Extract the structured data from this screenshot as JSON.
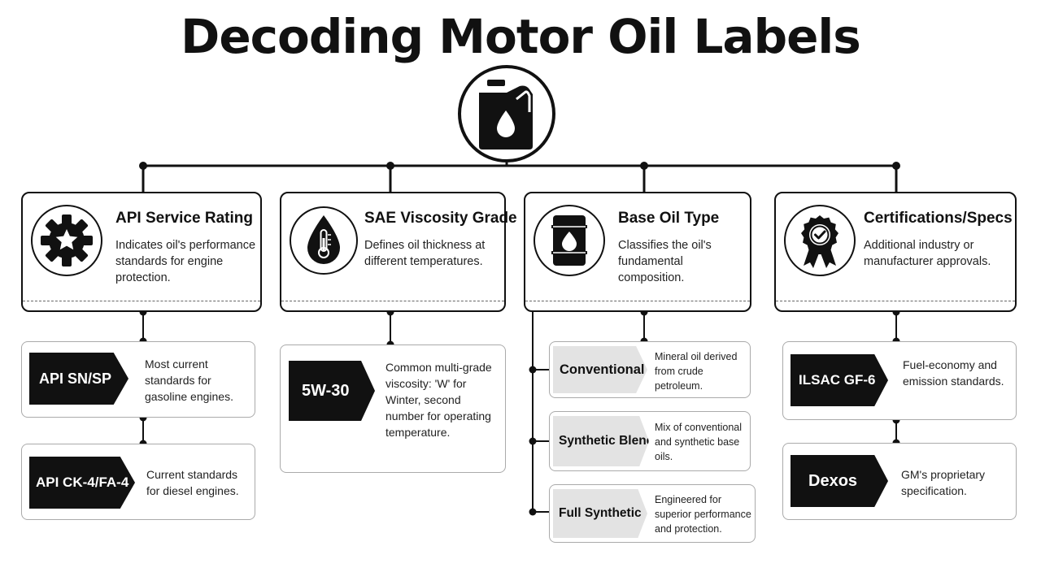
{
  "title": "Decoding Motor Oil Labels",
  "hub": {
    "icon": "oil-can-icon"
  },
  "categories": [
    {
      "id": "api",
      "title": "API Service Rating",
      "description": "Indicates oil's performance standards for engine protection.",
      "icon": "gear-star-icon",
      "items": [
        {
          "label": "API SN/SP",
          "text": "Most current standards for gasoline engines."
        },
        {
          "label": "API CK-4/FA-4",
          "text": "Current standards for diesel engines."
        }
      ]
    },
    {
      "id": "sae",
      "title": "SAE Viscosity Grade",
      "description": "Defines oil thickness at different temperatures.",
      "icon": "oil-drop-thermometer-icon",
      "items": [
        {
          "label": "5W-30",
          "text": "Common multi-grade viscosity: 'W' for Winter, second number for operating temperature."
        }
      ]
    },
    {
      "id": "base",
      "title": "Base Oil Type",
      "description": "Classifies the oil's fundamental composition.",
      "icon": "oil-barrel-icon",
      "items": [
        {
          "label": "Conventional",
          "text": "Mineral oil derived from crude petroleum."
        },
        {
          "label": "Synthetic Blend",
          "text": "Mix of conventional and synthetic base oils."
        },
        {
          "label": "Full Synthetic",
          "text": "Engineered for superior performance and protection."
        }
      ]
    },
    {
      "id": "cert",
      "title": "Certifications/Specs",
      "description": "Additional industry or manufacturer approvals.",
      "icon": "award-badge-icon",
      "items": [
        {
          "label": "ILSAC GF-6",
          "text": "Fuel-economy and emission standards."
        },
        {
          "label": "Dexos",
          "text": "GM's proprietary specification."
        }
      ]
    }
  ]
}
